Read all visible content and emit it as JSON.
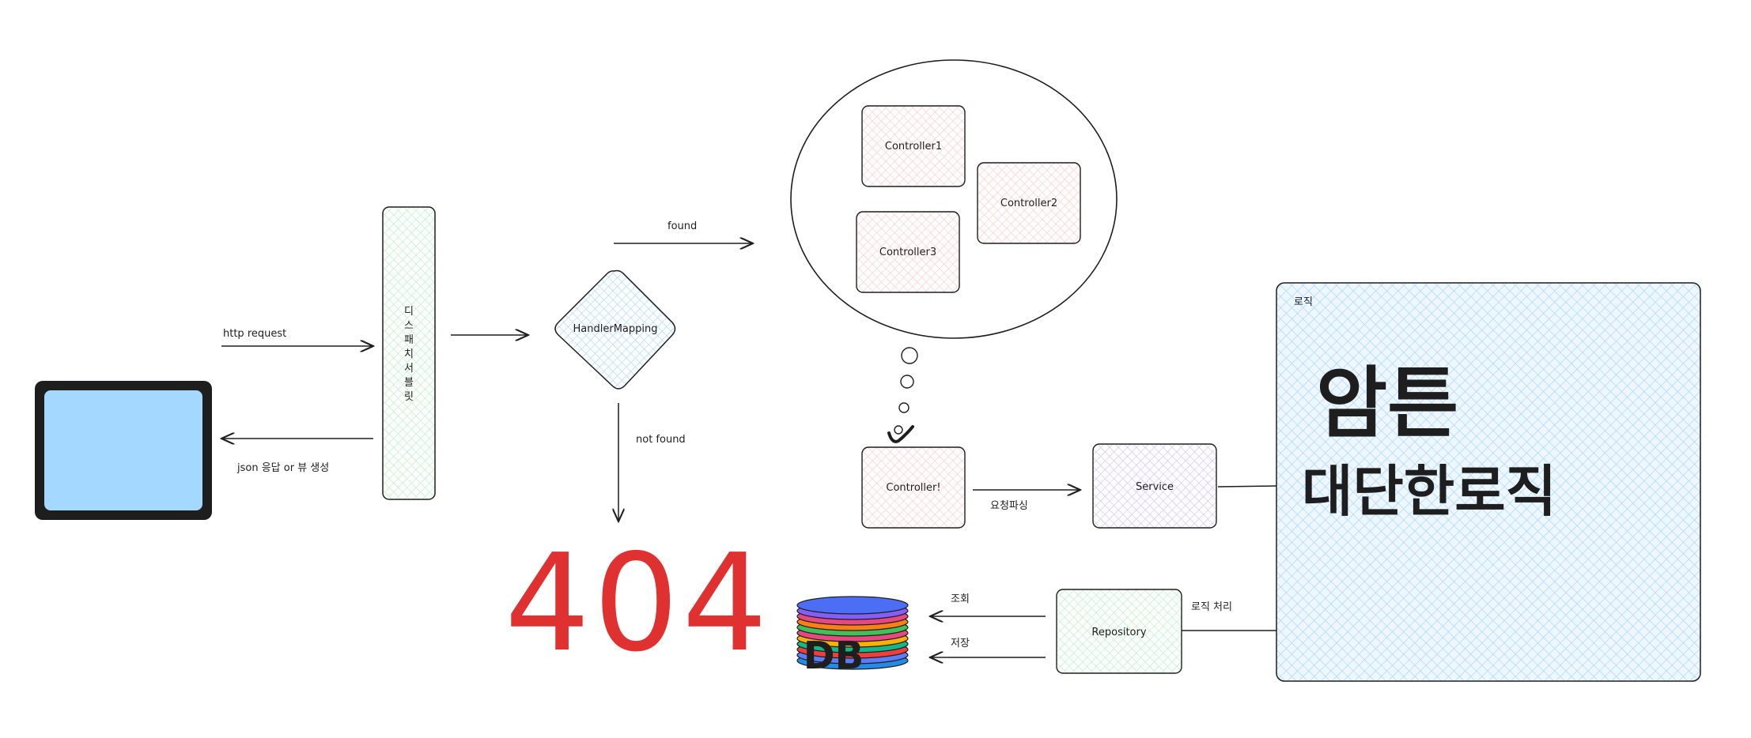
{
  "diagram": {
    "client_label": "",
    "dispatcher_label": "디스패치서블릿",
    "handler_mapping_label": "HandlerMapping",
    "arrows": {
      "http_request": "http request",
      "json_response": "json 응답 or 뷰 생성",
      "found": "found",
      "not_found": "not found",
      "request_parsing": "요청파싱",
      "query": "조회",
      "save": "저장",
      "logic_processing": "로직 처리"
    },
    "controllers": [
      "Controller1",
      "Controller2",
      "Controller3"
    ],
    "selected_controller": "Controller!",
    "service_label": "Service",
    "repository_label": "Repository",
    "error_code": "404",
    "db_label": "DB",
    "logic_box": {
      "title": "로직",
      "handwriting_line1": "암튼",
      "handwriting_line2": "대단한로직"
    },
    "colors": {
      "stroke": "#1e1e1e",
      "client_screen": "#a5d8ff",
      "dispatcher_fill": "#b2f2bb",
      "handler_fill": "#a5d8ff",
      "controller_fill": "#ffc9c9",
      "service_fill": "#d0bfff",
      "repository_fill": "#b2f2bb",
      "logic_fill": "#a5d8ff",
      "error_red": "#e03131"
    }
  }
}
